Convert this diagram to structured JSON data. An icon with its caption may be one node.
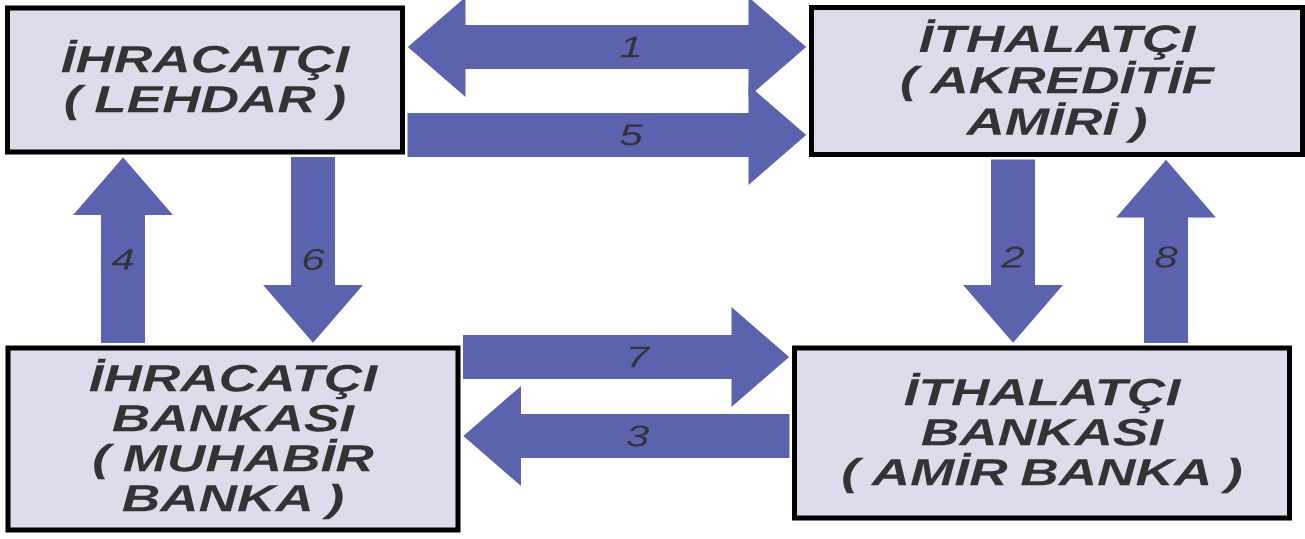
{
  "diagram": {
    "nodes": [
      {
        "text": [
          "İHRACATÇI ( LEHDAR )"
        ]
      },
      {
        "text": [
          "İTHALATÇI ( AKREDİTİF AMİRİ )"
        ]
      },
      {
        "text": [
          "İHRACATÇI BANKASI ( MUHABİR BANKA )"
        ]
      },
      {
        "text": [
          "İTHALATÇI BANKASI ( AMİR BANKA )"
        ]
      }
    ],
    "edges": [
      {
        "from": 0,
        "to": 1,
        "arrow": "both",
        "label": "1"
      },
      {
        "from": 0,
        "to": 1,
        "arrow": "to",
        "label": "5"
      },
      {
        "from": 2,
        "to": 0,
        "arrow": "to",
        "label": "4"
      },
      {
        "from": 0,
        "to": 2,
        "arrow": "to",
        "label": "6"
      },
      {
        "from": 1,
        "to": 3,
        "arrow": "to",
        "label": "2"
      },
      {
        "from": 3,
        "to": 1,
        "arrow": "to",
        "label": "8"
      },
      {
        "from": 2,
        "to": 3,
        "arrow": "to",
        "label": "7"
      },
      {
        "from": 3,
        "to": 2,
        "arrow": "to",
        "label": "3"
      }
    ]
  }
}
